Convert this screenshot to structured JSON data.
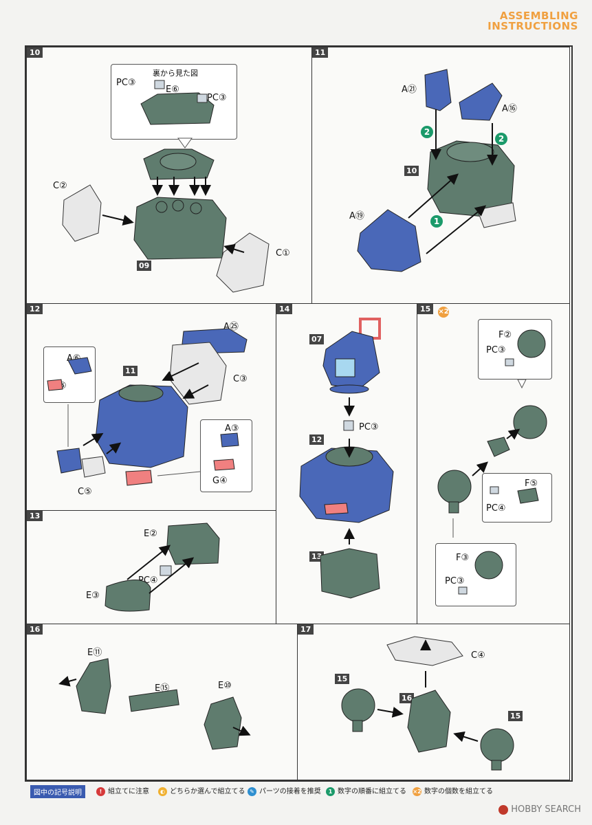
{
  "header": {
    "title_line1": "ASSEMBLING",
    "title_line2": "INSTRUCTIONS"
  },
  "steps": {
    "s10": {
      "num": "10",
      "callout_title": "裏から見た図",
      "pc3a": "PC③",
      "e6": "E⑥",
      "pc3b": "PC③",
      "c2": "C②",
      "c1": "C①",
      "ref": "09"
    },
    "s11": {
      "num": "11",
      "a21": "A㉑",
      "a16": "A⑯",
      "a19": "A⑲",
      "ref": "10",
      "n1": "1",
      "n2a": "2",
      "n2b": "2"
    },
    "s12": {
      "num": "12",
      "a25": "A㉕",
      "a6": "A⑥",
      "g5": "G⑤",
      "c3": "C③",
      "c5": "C⑤",
      "a3": "A③",
      "g4": "G④",
      "ref": "11"
    },
    "s13": {
      "num": "13",
      "e2": "E②",
      "pc4": "PC④",
      "e3": "E③"
    },
    "s14": {
      "num": "14",
      "ref07": "07",
      "pc3": "PC③",
      "ref12": "12",
      "ref13": "13"
    },
    "s15": {
      "num": "15",
      "x2": "×2",
      "f2": "F②",
      "pc3a": "PC③",
      "f5": "F⑤",
      "pc4": "PC④",
      "f3": "F③",
      "pc3b": "PC③"
    },
    "s16": {
      "num": "16",
      "e11": "E⑪",
      "e15": "E⑮",
      "e10": "E⑩"
    },
    "s17": {
      "num": "17",
      "c4": "C④",
      "ref15a": "15",
      "ref16": "16",
      "ref15b": "15"
    }
  },
  "legend": {
    "title": "図中の記号説明",
    "items": [
      {
        "icon": "!",
        "color": "#d63a3a",
        "text": "組立てに注意"
      },
      {
        "icon": "◐",
        "color": "#f0b030",
        "text": "どちらか選んで組立てる"
      },
      {
        "icon": "✎",
        "color": "#2e8fd0",
        "text": "パーツの接着を推奨"
      },
      {
        "icon": "1",
        "color": "#1b9a6a",
        "text": "数字の順番に組立てる"
      },
      {
        "icon": "×2",
        "color": "#f0a040",
        "text": "数字の個数を組立てる"
      }
    ]
  },
  "watermark": "HOBBY SEARCH",
  "colors": {
    "green_part": "#5f7c6e",
    "blue_part": "#4a68b8",
    "white_part": "#e8e8e8",
    "pink_part": "#f08080",
    "step_num": "#1b9a6a"
  }
}
